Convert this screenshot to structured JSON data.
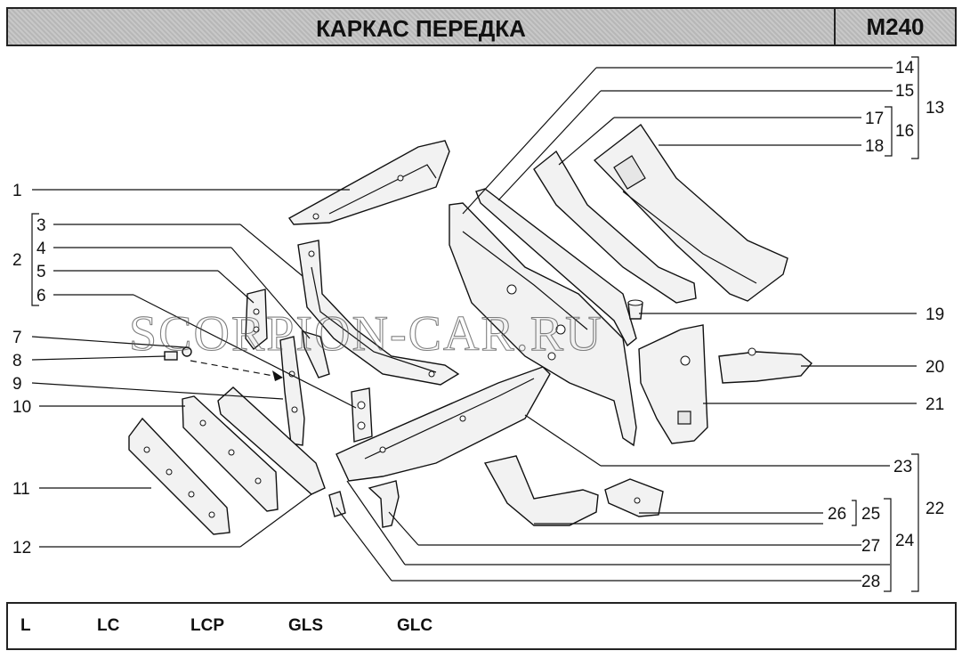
{
  "header": {
    "title": "КАРКАС ПЕРЕДКА",
    "code": "M240"
  },
  "callouts": {
    "n1": "1",
    "n2": "2",
    "n3": "3",
    "n4": "4",
    "n5": "5",
    "n6": "6",
    "n7": "7",
    "n8": "8",
    "n9": "9",
    "n10": "10",
    "n11": "11",
    "n12": "12",
    "n13": "13",
    "n14": "14",
    "n15": "15",
    "n16": "16",
    "n17": "17",
    "n18": "18",
    "n19": "19",
    "n20": "20",
    "n21": "21",
    "n22": "22",
    "n23": "23",
    "n24": "24",
    "n25": "25",
    "n26": "26",
    "n27": "27",
    "n28": "28"
  },
  "watermark": "SCORPION-CAR.RU",
  "footer": {
    "models": [
      "L",
      "LC",
      "LCP",
      "GLS",
      "GLC"
    ]
  }
}
